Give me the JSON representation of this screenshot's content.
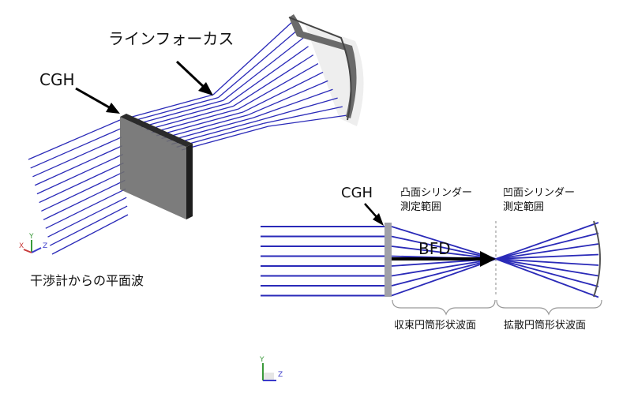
{
  "iso_view": {
    "cgh_label": "CGH",
    "line_focus_label": "ラインフォーカス",
    "source_label": "干渉計からの平面波",
    "triad": {
      "x": "X",
      "y": "Y",
      "z": "Z"
    }
  },
  "side_view": {
    "cgh_label": "CGH",
    "convex_range_label": [
      "凸面シリンダー",
      "測定範囲"
    ],
    "concave_range_label": [
      "凹面シリンダー",
      "測定範囲"
    ],
    "bfd_label": "BFD",
    "converging_label": "収束円筒形状波面",
    "diverging_label": "拡散円筒形状波面",
    "triad": {
      "y": "Y",
      "z": "Z"
    }
  },
  "colors": {
    "ray": "#2a2ab8",
    "cgh_plate": "#3a3a3a",
    "mirror": "#707070",
    "bracket": "#9a9a9a",
    "arrow": "#000000"
  }
}
